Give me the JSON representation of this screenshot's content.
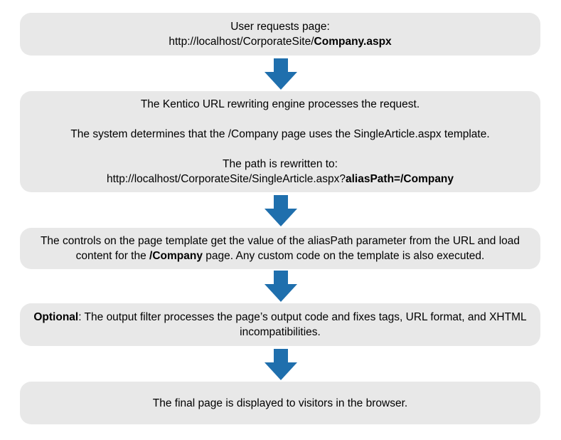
{
  "colors": {
    "box_fill": "#e8e8e8",
    "arrow": "#1f6fad"
  },
  "steps": [
    {
      "line1": "User requests page:",
      "line2_prefix": "http://localhost/CorporateSite/",
      "line2_bold": "Company.aspx"
    },
    {
      "line1": "The Kentico URL rewriting engine processes the request.",
      "line2": "The system determines that the /Company page uses the SingleArticle.aspx template.",
      "line3": "The path is rewritten to:",
      "line4_prefix": "http://localhost/CorporateSite/SingleArticle.aspx?",
      "line4_bold": "aliasPath=/Company"
    },
    {
      "line1": "The controls on the page template get the value of the aliasPath parameter from the URL and load",
      "line2_prefix": "content for the ",
      "line2_bold": "/Company",
      "line2_suffix": " page. Any custom code on the template is also executed."
    },
    {
      "line1_bold": "Optional",
      "line1_rest": ": The output filter processes the page’s output code and fixes tags, URL format, and XHTML",
      "line2": "incompatibilities."
    },
    {
      "line1": "The final page is displayed to visitors in the browser."
    }
  ]
}
